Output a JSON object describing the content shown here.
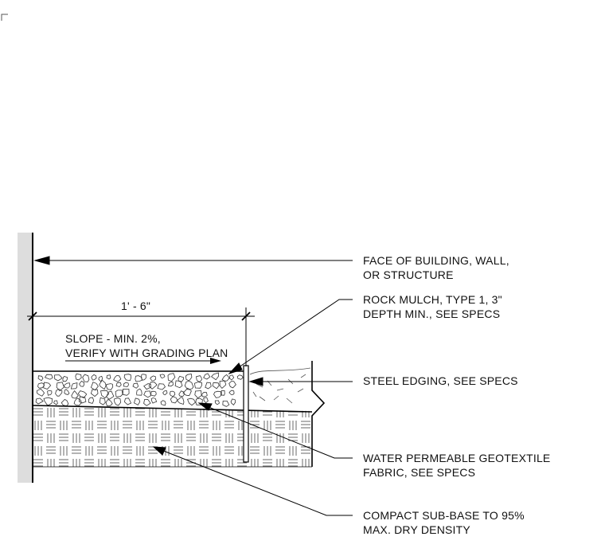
{
  "labels": {
    "face_line1": "FACE OF BUILDING, WALL,",
    "face_line2": "OR STRUCTURE",
    "mulch_line1": "ROCK MULCH, TYPE 1, 3\"",
    "mulch_line2": "DEPTH MIN., SEE SPECS",
    "edging": "STEEL EDGING, SEE SPECS",
    "fabric_line1": "WATER PERMEABLE GEOTEXTILE",
    "fabric_line2": "FABRIC, SEE SPECS",
    "subbase_line1": "COMPACT SUB-BASE TO 95%",
    "subbase_line2": "MAX. DRY DENSITY",
    "slope_line1": "SLOPE - MIN. 2%,",
    "slope_line2": "VERIFY WITH GRADING PLAN",
    "dimension": "1' - 6\""
  }
}
